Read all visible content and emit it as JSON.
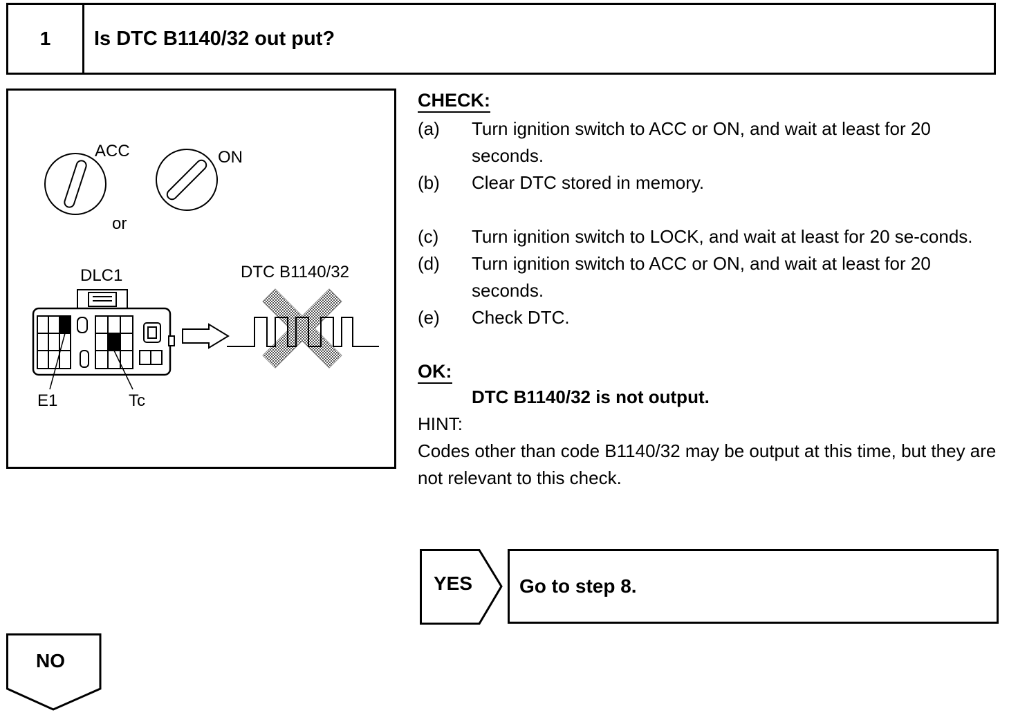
{
  "step": {
    "number": "1",
    "title": "Is DTC B1140/32 out put?"
  },
  "figure": {
    "acc_label": "ACC",
    "on_label": "ON",
    "or_label": "or",
    "connector_label": "DLC1",
    "signal_label": "DTC B1140/32",
    "terminal_e1_label": "E1",
    "terminal_tc_label": "Tc"
  },
  "check": {
    "heading": "CHECK:",
    "items": [
      {
        "label": "(a)",
        "text": "Turn ignition switch to ACC or ON, and wait at least for 20 seconds."
      },
      {
        "label": "(b)",
        "text": "Clear DTC stored in memory."
      },
      {
        "label": "(c)",
        "text": "Turn ignition switch to LOCK, and wait at least for 20 se-conds."
      },
      {
        "label": "(d)",
        "text": "Turn ignition switch to ACC or ON, and wait at least for 20 seconds."
      },
      {
        "label": "(e)",
        "text": "Check DTC."
      }
    ]
  },
  "ok": {
    "heading": "OK:",
    "result": "DTC B1140/32 is not output.",
    "hint_label": "HINT:",
    "hint_text": "Codes other than code B1140/32 may be output at this time, but they are not relevant to this check."
  },
  "yes": {
    "label": "YES",
    "action": "Go to step 8."
  },
  "no": {
    "label": "NO"
  }
}
